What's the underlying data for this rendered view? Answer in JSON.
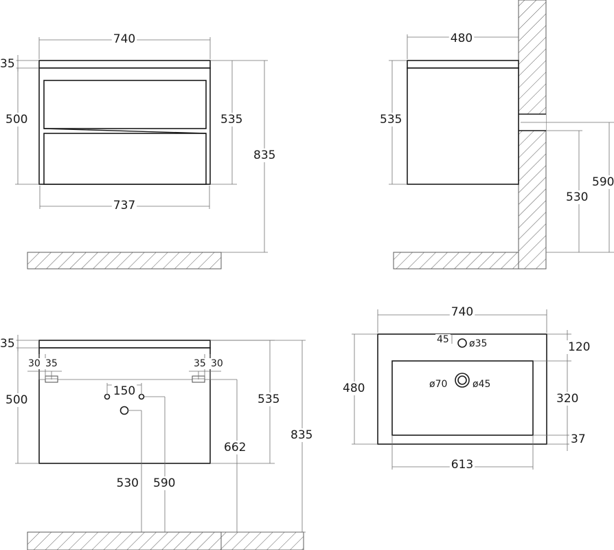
{
  "front_view": {
    "width_top": "740",
    "top_thickness": "35",
    "body_height": "500",
    "side_height": "535",
    "total_height": "835",
    "width_bottom": "737"
  },
  "side_view": {
    "depth": "480",
    "height": "535",
    "mount_height": "590",
    "pipe_height": "530"
  },
  "back_view": {
    "top_thickness": "35",
    "left_inset_a": "30",
    "left_inset_b": "35",
    "right_inset_a": "35",
    "right_inset_b": "30",
    "body_height": "500",
    "hole_spacing": "150",
    "side_height": "535",
    "drain_height": "662",
    "total_height": "835",
    "pipe_height_a": "530",
    "pipe_height_b": "590"
  },
  "top_view": {
    "width": "740",
    "depth": "480",
    "tap_offset": "45",
    "tap_diameter": "ø35",
    "basin_offset_top": "120",
    "drain_outer": "ø70",
    "drain_inner": "ø45",
    "basin_depth": "320",
    "basin_offset_bottom": "37",
    "basin_width": "613"
  },
  "colors": {
    "line": "#1a1a1a",
    "dimension": "#6f6f6f",
    "hatch": "#5a5a5a"
  }
}
